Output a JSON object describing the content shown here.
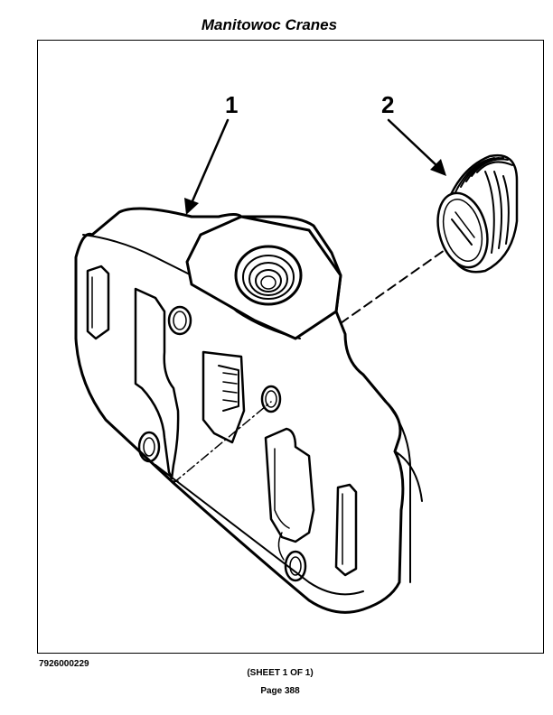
{
  "header": {
    "title": "Manitowoc Cranes"
  },
  "figure": {
    "callouts": [
      {
        "label": "1",
        "target": "valve-body-plate"
      },
      {
        "label": "2",
        "target": "threaded-plug"
      }
    ]
  },
  "footer": {
    "part_number": "7926000229",
    "sheet": "(SHEET 1 OF 1)",
    "page": "Page 388"
  }
}
